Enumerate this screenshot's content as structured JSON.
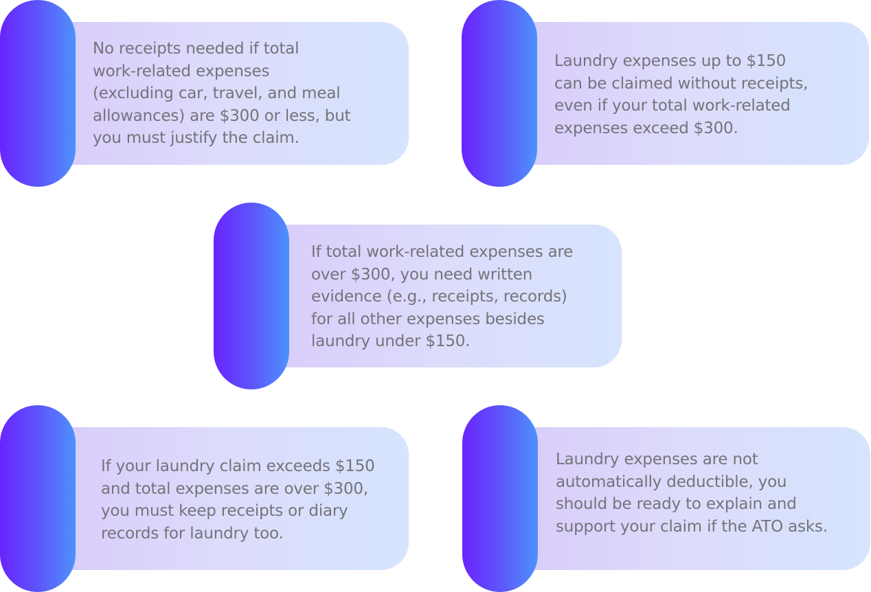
{
  "cards": [
    {
      "lines": [
        "No receipts needed if total",
        "work-related expenses",
        "(excluding car, travel, and meal",
        "allowances) are $300 or less, but",
        "you must justify the claim."
      ]
    },
    {
      "lines": [
        "Laundry expenses up to $150",
        "can be claimed without receipts,",
        "even if your total work-related",
        "expenses exceed $300."
      ]
    },
    {
      "lines": [
        "If total work-related expenses are",
        "over $300, you need written",
        "evidence (e.g., receipts, records)",
        "for all other expenses besides",
        "laundry under $150."
      ]
    },
    {
      "lines": [
        "If your laundry claim exceeds $150",
        "and total expenses are over $300,",
        "you must keep receipts or diary",
        "records for laundry too."
      ]
    },
    {
      "lines": [
        "Laundry expenses are not",
        "automatically deductible, you",
        "should be ready to explain and",
        "support your claim if the ATO asks."
      ]
    }
  ],
  "colors": {
    "pill_start": "#6a23fd",
    "pill_end": "#4d92fc",
    "panel_start": "#d8c7fb",
    "panel_end": "#d6e4fd",
    "text": "#75737a"
  }
}
